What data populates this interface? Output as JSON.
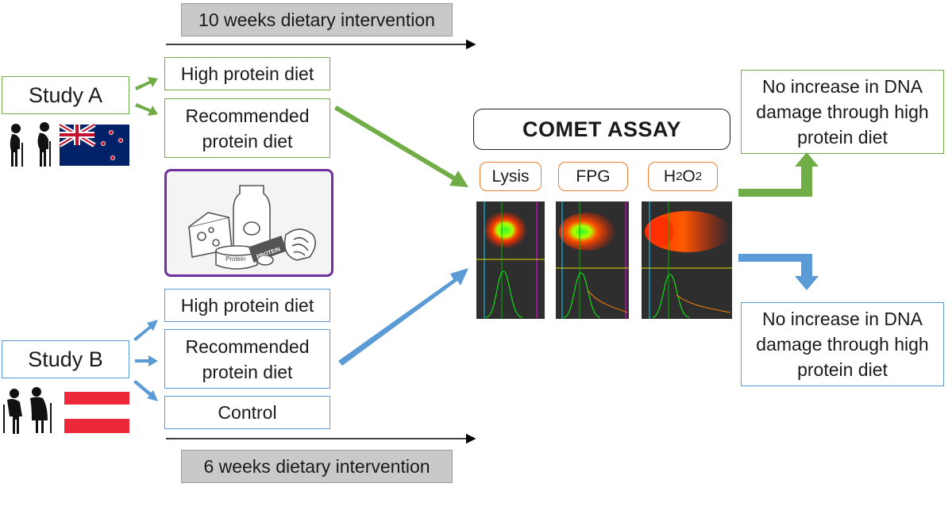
{
  "top_banner": "10 weeks dietary intervention",
  "bottom_banner": "6 weeks dietary intervention",
  "study_a": {
    "label": "Study A",
    "groups": [
      "High protein diet",
      "Recommended protein diet"
    ]
  },
  "study_b": {
    "label": "Study B",
    "groups": [
      "High protein diet",
      "Recommended protein diet",
      "Control"
    ]
  },
  "assay": {
    "title": "COMET ASSAY",
    "conditions": {
      "lysis": "Lysis",
      "fpg": "FPG",
      "h2o2_base": "H",
      "h2o2_sub1": "2",
      "h2o2_mid": "O",
      "h2o2_sub2": "2"
    }
  },
  "results": {
    "a": "No increase in DNA damage through high protein diet",
    "b": "No increase in DNA damage through high protein diet"
  },
  "food_labels": {
    "tub": "Protein",
    "bar": "PROTEIN"
  },
  "colors": {
    "green": "#70ad47",
    "blue": "#5b9bd5",
    "orange": "#ed7d31",
    "purple": "#7030a0"
  }
}
